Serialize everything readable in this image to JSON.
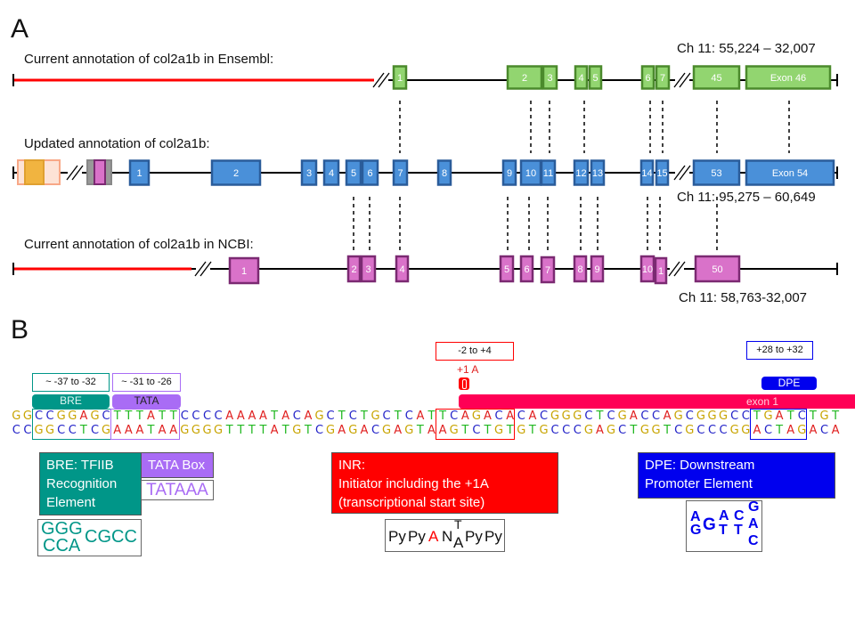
{
  "panel_a": {
    "letter": "A",
    "ensembl": {
      "label": "Current annotation of col2a1b in Ensembl:",
      "coords": "Ch 11: 55,224 – 32,007",
      "exons": [
        "1",
        "2",
        "3",
        "4",
        "5",
        "6",
        "7",
        "45",
        "Exon 46"
      ]
    },
    "updated": {
      "label": "Updated annotation of col2a1b:",
      "coords": "Ch 11: 95,275 – 60,649",
      "exons": [
        "1",
        "2",
        "3",
        "4",
        "5",
        "6",
        "7",
        "8",
        "9",
        "10",
        "11",
        "12",
        "13",
        "14",
        "15",
        "53",
        "Exon 54"
      ]
    },
    "ncbi": {
      "label": "Current annotation of col2a1b in NCBI:",
      "coords": "Ch 11: 58,763-32,007",
      "exons": [
        "1",
        "2",
        "3",
        "4",
        "5",
        "6",
        "7",
        "8",
        "9",
        "10",
        "1",
        "50"
      ]
    },
    "colors": {
      "ensembl_fill": "#92d570",
      "ensembl_stroke": "#4b8a2c",
      "updated_fill": "#4a90d9",
      "updated_stroke": "#2a5c9a",
      "ncbi_fill": "#d972c9",
      "ncbi_stroke": "#7b2a72",
      "untranslated": "#ff0000"
    }
  },
  "panel_b": {
    "letter": "B",
    "ranges": {
      "bre": "~ -37 to -32",
      "tata": "~ -31 to -26",
      "inr": "-2 to +4",
      "dpe": "+28 to +32"
    },
    "pills": {
      "bre": "BRE",
      "tata": "TATA",
      "dpe": "DPE",
      "exon": "exon 1",
      "plus1": "+1 A"
    },
    "sequence_top": "GGCCGGAGCTTTATTCCCCAAAATACAGCTCTGCTCATTCAGACACACGGGCTCGACCAGCGGGCCTGATCTGT",
    "sequence_bottom": "CCGGCCTCGAAATAAGGGGTTTTATGTCGAGACGAGTAAGTCTGTGTGCCCGAGCTGGTCGCCCGGACTAGACA",
    "base_colors": {
      "A": "#e02020",
      "C": "#2222c8",
      "G": "#c8a400",
      "T": "#22b822"
    },
    "cards": {
      "bre": [
        "BRE: TFIIB",
        "Recognition",
        "Element"
      ],
      "tata": "TATA Box",
      "inr": [
        "INR:",
        "Initiator including the +1A",
        "(transcriptional start site)"
      ],
      "dpe": [
        "DPE: Downstream",
        "Promoter Element"
      ]
    },
    "motifs": {
      "tata": "TATAAA",
      "bre": {
        "top": "GGG",
        "bottom": "CCA",
        "right": "CGCC"
      },
      "inr": {
        "py1": "Py",
        "py2": "Py",
        "a": "A",
        "n": "N",
        "t_top": "T",
        "a_bottom": "A",
        "py3": "Py",
        "py4": "Py"
      },
      "dpe": {
        "c1_top": "A",
        "c1_bottom": "G",
        "c2": "G",
        "c3_top": "A",
        "c3_bottom": "T",
        "c4_top": "C",
        "c4_bottom": "T",
        "c5_top": "G",
        "c5_mid": "A",
        "c5_bottom": "C"
      }
    },
    "colors": {
      "bre": "#009688",
      "tata": "#a96cf5",
      "inr": "#ff0000",
      "exon": "#ff0055",
      "dpe": "#0000ee"
    }
  }
}
